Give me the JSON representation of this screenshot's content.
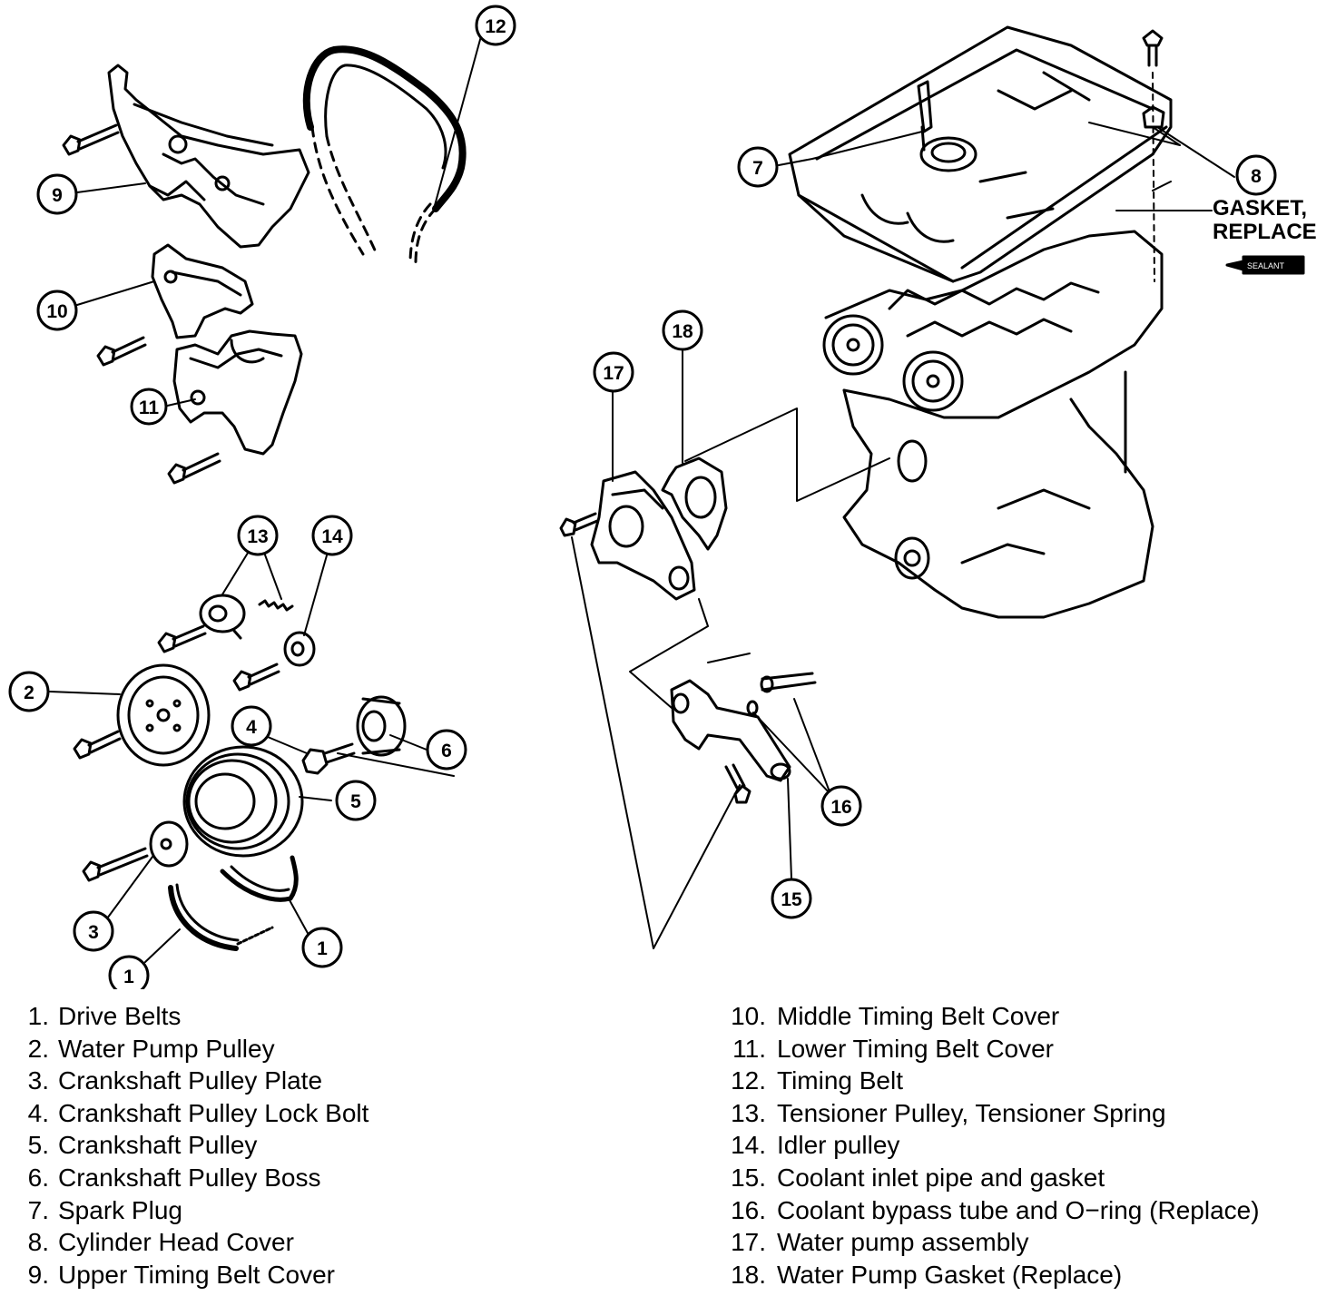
{
  "callouts": {
    "c1a": "1",
    "c1b": "1",
    "c2": "2",
    "c3": "3",
    "c4": "4",
    "c5": "5",
    "c6": "6",
    "c7": "7",
    "c8": "8",
    "c9": "9",
    "c10": "10",
    "c11": "11",
    "c12": "12",
    "c13": "13",
    "c14": "14",
    "c15": "15",
    "c16": "16",
    "c17": "17",
    "c18": "18"
  },
  "note": {
    "line1": "GASKET,",
    "line2": "REPLACE"
  },
  "sealant_label": "SEALANT",
  "legend_left": [
    {
      "num": "1.",
      "label": "Drive Belts"
    },
    {
      "num": "2.",
      "label": "Water Pump Pulley"
    },
    {
      "num": "3.",
      "label": "Crankshaft Pulley Plate"
    },
    {
      "num": "4.",
      "label": "Crankshaft Pulley Lock Bolt"
    },
    {
      "num": "5.",
      "label": "Crankshaft Pulley"
    },
    {
      "num": "6.",
      "label": "Crankshaft Pulley Boss"
    },
    {
      "num": "7.",
      "label": "Spark Plug"
    },
    {
      "num": "8.",
      "label": "Cylinder Head Cover"
    },
    {
      "num": "9.",
      "label": "Upper Timing Belt Cover"
    }
  ],
  "legend_right": [
    {
      "num": "10.",
      "label": "Middle Timing Belt Cover"
    },
    {
      "num": "11.",
      "label": "Lower Timing Belt Cover"
    },
    {
      "num": "12.",
      "label": "Timing Belt"
    },
    {
      "num": "13.",
      "label": "Tensioner Pulley, Tensioner Spring"
    },
    {
      "num": "14.",
      "label": "Idler pulley"
    },
    {
      "num": "15.",
      "label": "Coolant inlet pipe and gasket"
    },
    {
      "num": "16.",
      "label": "Coolant bypass tube and O−ring (Replace)"
    },
    {
      "num": "17.",
      "label": "Water pump assembly"
    },
    {
      "num": "18.",
      "label": "Water Pump Gasket (Replace)"
    }
  ]
}
